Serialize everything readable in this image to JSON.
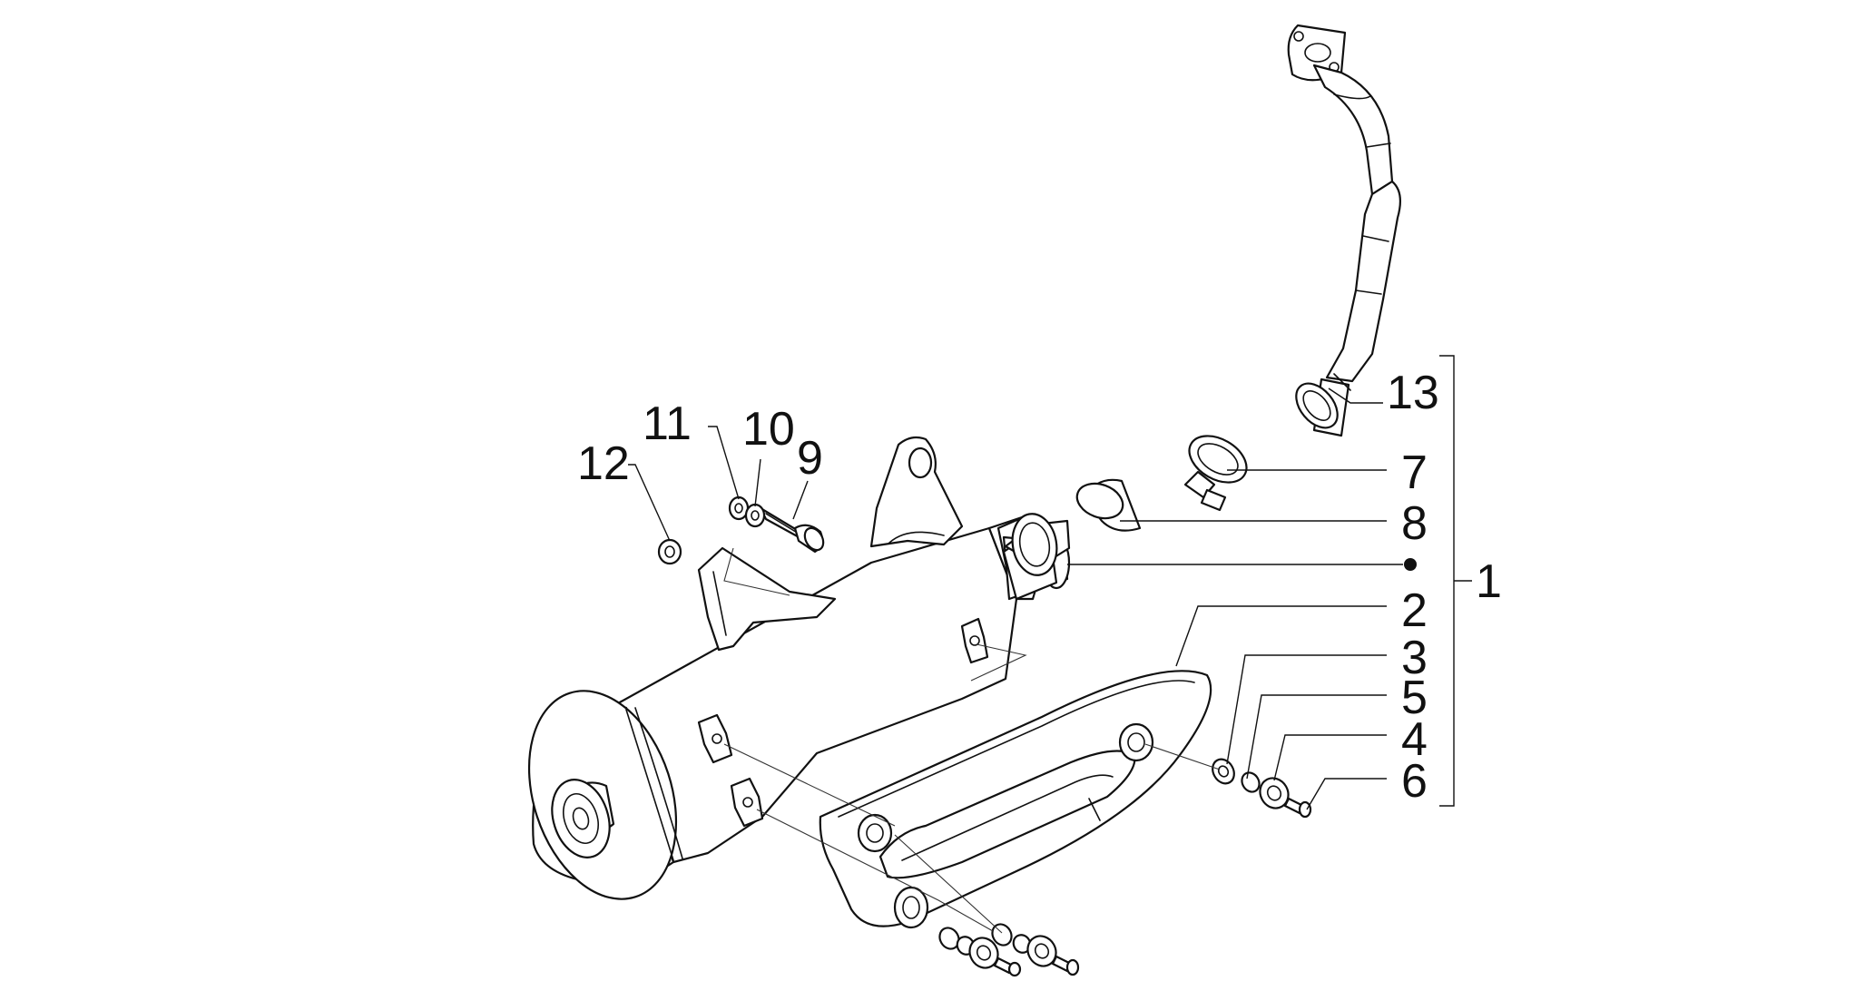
{
  "callouts": {
    "c1": "1",
    "c2": "2",
    "c3": "3",
    "c4": "4",
    "c5": "5",
    "c6": "6",
    "c7": "7",
    "c8": "8",
    "c9": "9",
    "c10": "10",
    "c11": "11",
    "c12": "12",
    "c13": "13"
  },
  "colors": {
    "background": "#ffffff",
    "line": "#111111"
  }
}
